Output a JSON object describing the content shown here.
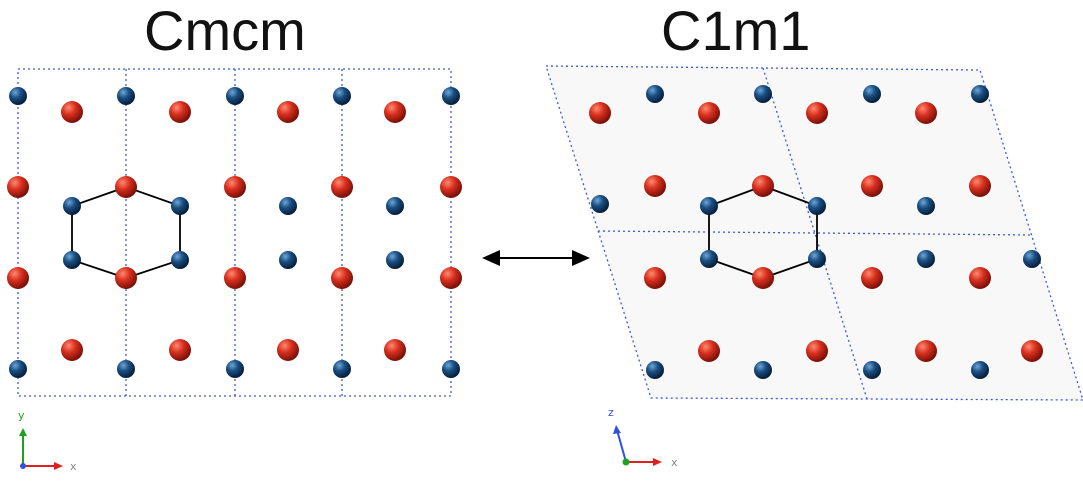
{
  "panels": {
    "left": {
      "title": "Cmcm",
      "axes": {
        "vertical": "y",
        "horizontal": "x"
      }
    },
    "right": {
      "title": "C1m1",
      "axes": {
        "vertical": "z",
        "horizontal": "x"
      }
    }
  },
  "colors": {
    "red_atom": "#c0221a",
    "blue_atom": "#0e3e6c",
    "cell_lines": "#3a5bd9",
    "hexagon": "#000000",
    "axis_x": "#e02020",
    "axis_y": "#20a020",
    "axis_z": "#3050e0",
    "shaded_cell": "#f7f7f7"
  },
  "arrow": {
    "type": "double-headed",
    "meaning": "relation between structures"
  }
}
